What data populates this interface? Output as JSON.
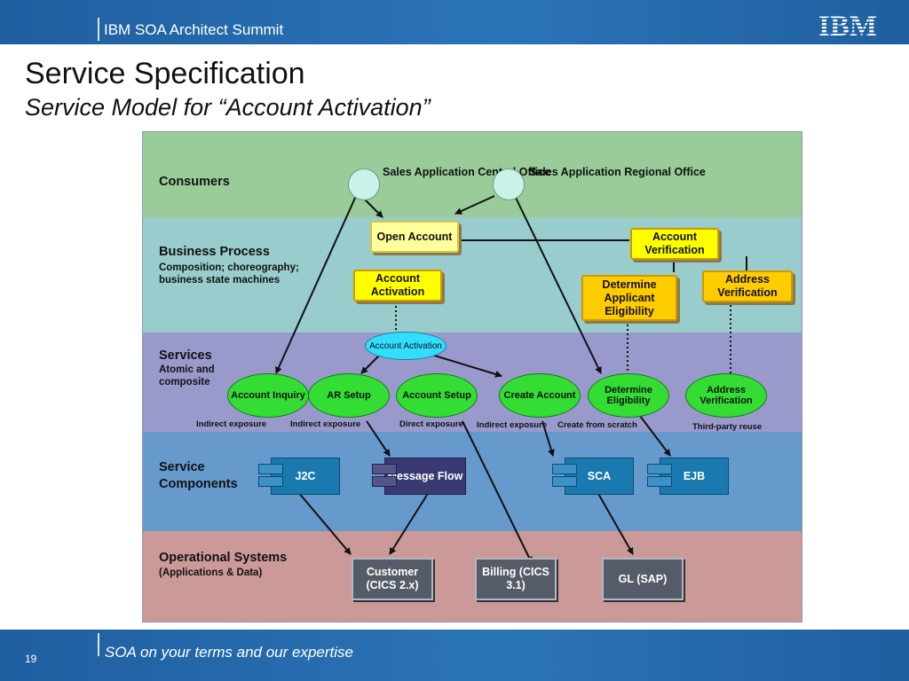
{
  "header": {
    "event": "IBM SOA Architect Summit",
    "logo": "IBM"
  },
  "slide": {
    "title": "Service Specification",
    "subtitle": "Service Model for “Account Activation”"
  },
  "colors": {
    "consumers": "#99cc99",
    "business": "#99cccc",
    "services": "#9999cc",
    "components": "#6699cc",
    "operational": "#cc9999"
  },
  "layers": {
    "consumers": {
      "label": "Consumers"
    },
    "business": {
      "label": "Business Process",
      "sub": "Composition; choreography; business state machines"
    },
    "services": {
      "label": "Services",
      "sub": "Atomic and composite"
    },
    "components": {
      "label": "Service Components"
    },
    "operational": {
      "label": "Operational Systems",
      "sub": "(Applications & Data)"
    }
  },
  "consumers": [
    {
      "label": "Sales Application Central Office"
    },
    {
      "label": "Sales Application Regional Office"
    }
  ],
  "processes": {
    "open_account": "Open Account",
    "account_verification": "Account Verification",
    "account_activation": "Account Activation",
    "determine_eligibility": "Determine Applicant Eligibility",
    "address_verification": "Address Verification"
  },
  "composite_service": "Account Activation",
  "services": {
    "account_inquiry": "Account Inquiry",
    "ar_setup": "AR Setup",
    "account_setup": "Account Setup",
    "create_account": "Create Account",
    "determine_eligibility": "Determine Eligibility",
    "address_verification": "Address Verification"
  },
  "exposures": {
    "e1": "Indirect exposure",
    "e2": "Indirect exposure",
    "e3": "Direct exposure",
    "e4": "Indirect exposure",
    "e5": "Create from scratch",
    "e6": "Third-party reuse"
  },
  "components": {
    "j2c": "J2C",
    "message_flow": "Message Flow",
    "sca": "SCA",
    "ejb": "EJB"
  },
  "systems": {
    "customer": "Customer (CICS 2.x)",
    "billing": "Billing (CICS 3.1)",
    "gl": "GL (SAP)"
  },
  "footer": {
    "page_number": "19",
    "tagline": "SOA on your terms and our expertise"
  }
}
